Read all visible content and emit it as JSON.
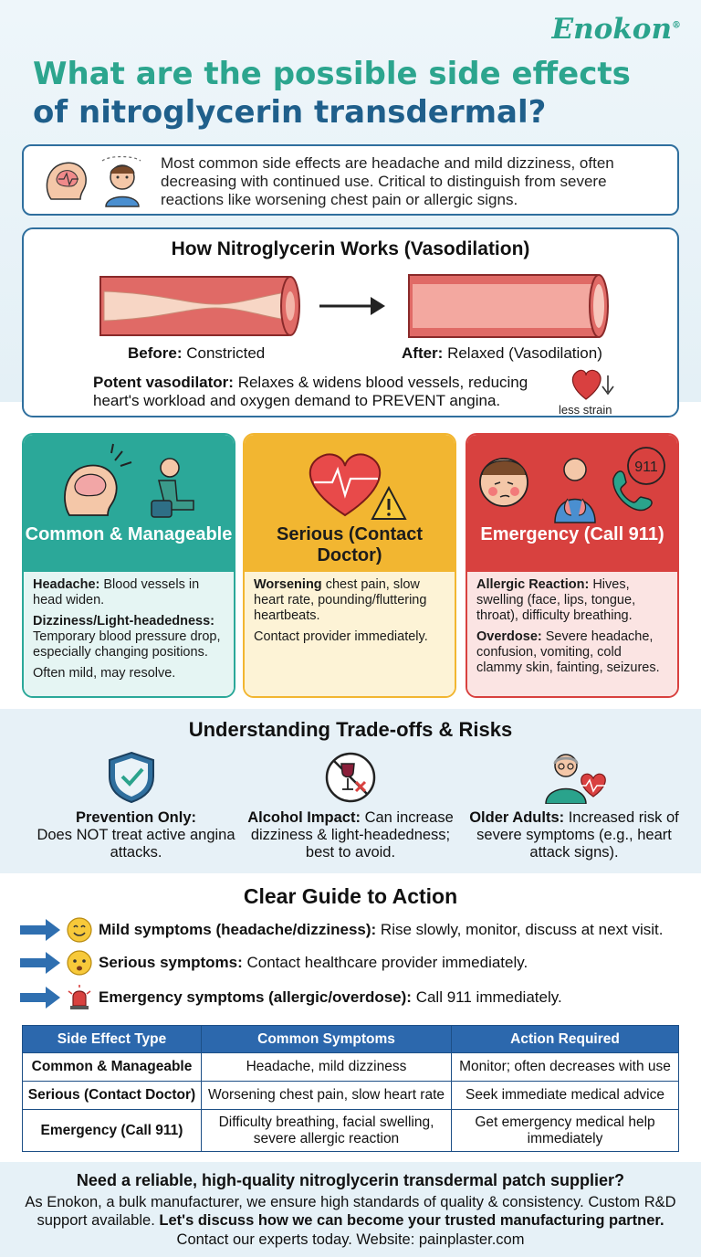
{
  "brand": "Enokon",
  "brand_mark": "®",
  "title": {
    "line1": "What are the possible side effects",
    "line2": "of nitroglycerin transdermal?"
  },
  "summary": "Most common side effects are headache and mild dizziness, often decreasing with continued use. Critical to distinguish from severe reactions like worsening chest pain or allergic signs.",
  "how": {
    "title": "How Nitroglycerin Works (Vasodilation)",
    "before_label": "Before:",
    "before_text": "Constricted",
    "after_label": "After:",
    "after_text": "Relaxed (Vasodilation)",
    "desc_label": "Potent vasodilator:",
    "desc_text": "Relaxes & widens blood vessels, reducing heart's workload and oxygen demand to PREVENT angina.",
    "strain": "less strain"
  },
  "cards": {
    "common": {
      "title": "Common & Manageable",
      "item1_label": "Headache:",
      "item1_text": "Blood vessels in head widen.",
      "item2_label": "Dizziness/Light-headedness:",
      "item2_text": "Temporary blood pressure drop, especially changing positions.",
      "note": "Often mild, may resolve."
    },
    "serious": {
      "title": "Serious (Contact Doctor)",
      "item1_label": "Worsening",
      "item1_text": "chest pain, slow heart rate, pounding/fluttering heartbeats.",
      "note": "Contact provider immediately."
    },
    "emergency": {
      "title": "Emergency (Call 911)",
      "item1_label": "Allergic Reaction:",
      "item1_text": "Hives, swelling (face, lips, tongue, throat), difficulty breathing.",
      "item2_label": "Overdose:",
      "item2_text": "Severe headache, confusion, vomiting, cold clammy skin, fainting, seizures.",
      "phone": "911"
    }
  },
  "tradeoffs": {
    "title": "Understanding Trade-offs & Risks",
    "items": [
      {
        "label": "Prevention Only:",
        "text": "Does NOT treat active angina attacks."
      },
      {
        "label": "Alcohol Impact:",
        "text": "Can increase dizziness & light-headedness; best to avoid."
      },
      {
        "label": "Older Adults:",
        "text": "Increased risk of severe symptoms (e.g., heart attack signs)."
      }
    ]
  },
  "guide": {
    "title": "Clear Guide to Action",
    "rows": [
      {
        "label": "Mild symptoms (headache/dizziness):",
        "text": "Rise slowly, monitor, discuss at next visit."
      },
      {
        "label": "Serious symptoms:",
        "text": "Contact healthcare provider immediately."
      },
      {
        "label": "Emergency symptoms (allergic/overdose):",
        "text": "Call 911 immediately."
      }
    ]
  },
  "table": {
    "headers": [
      "Side Effect Type",
      "Common Symptoms",
      "Action Required"
    ],
    "rows": [
      [
        "Common & Manageable",
        "Headache, mild dizziness",
        "Monitor; often decreases with use"
      ],
      [
        "Serious (Contact Doctor)",
        "Worsening chest pain, slow heart rate",
        "Seek immediate medical advice"
      ],
      [
        "Emergency (Call 911)",
        "Difficulty breathing, facial swelling, severe allergic reaction",
        "Get emergency medical help immediately"
      ]
    ]
  },
  "footer": {
    "question": "Need a reliable, high-quality nitroglycerin transdermal patch supplier?",
    "para": "As Enokon, a bulk manufacturer, we ensure high standards of quality & consistency. Custom R&D support available.",
    "para_bold": "Let's discuss how we can become your trusted manufacturing partner.",
    "contact": "Contact our experts today. Website: painplaster.com"
  },
  "colors": {
    "teal": "#2ba899",
    "navy": "#1f5f8b",
    "yellow": "#f2b631",
    "red": "#d8413f",
    "table_head": "#2c68ad"
  }
}
